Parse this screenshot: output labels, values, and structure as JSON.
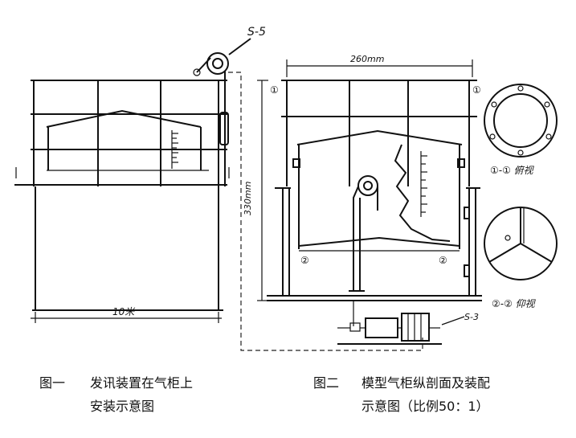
{
  "figure1": {
    "device_label": "S-5",
    "dimension_label": "10米",
    "caption_no": "图一",
    "caption_line1": "发讯装置在气柜上",
    "caption_line2": "安装示意图"
  },
  "figure2": {
    "width_label": "260mm",
    "height_label": "330mm",
    "motor_label": "S-3",
    "section_mark_1": "①",
    "section_mark_2": "②",
    "section1_caption": "①-① 俯视",
    "section2_caption": "②-② 仰视",
    "caption_no": "图二",
    "caption_line1": "模型气柜纵剖面及装配",
    "caption_line2": "示意图（比例50：1）"
  }
}
